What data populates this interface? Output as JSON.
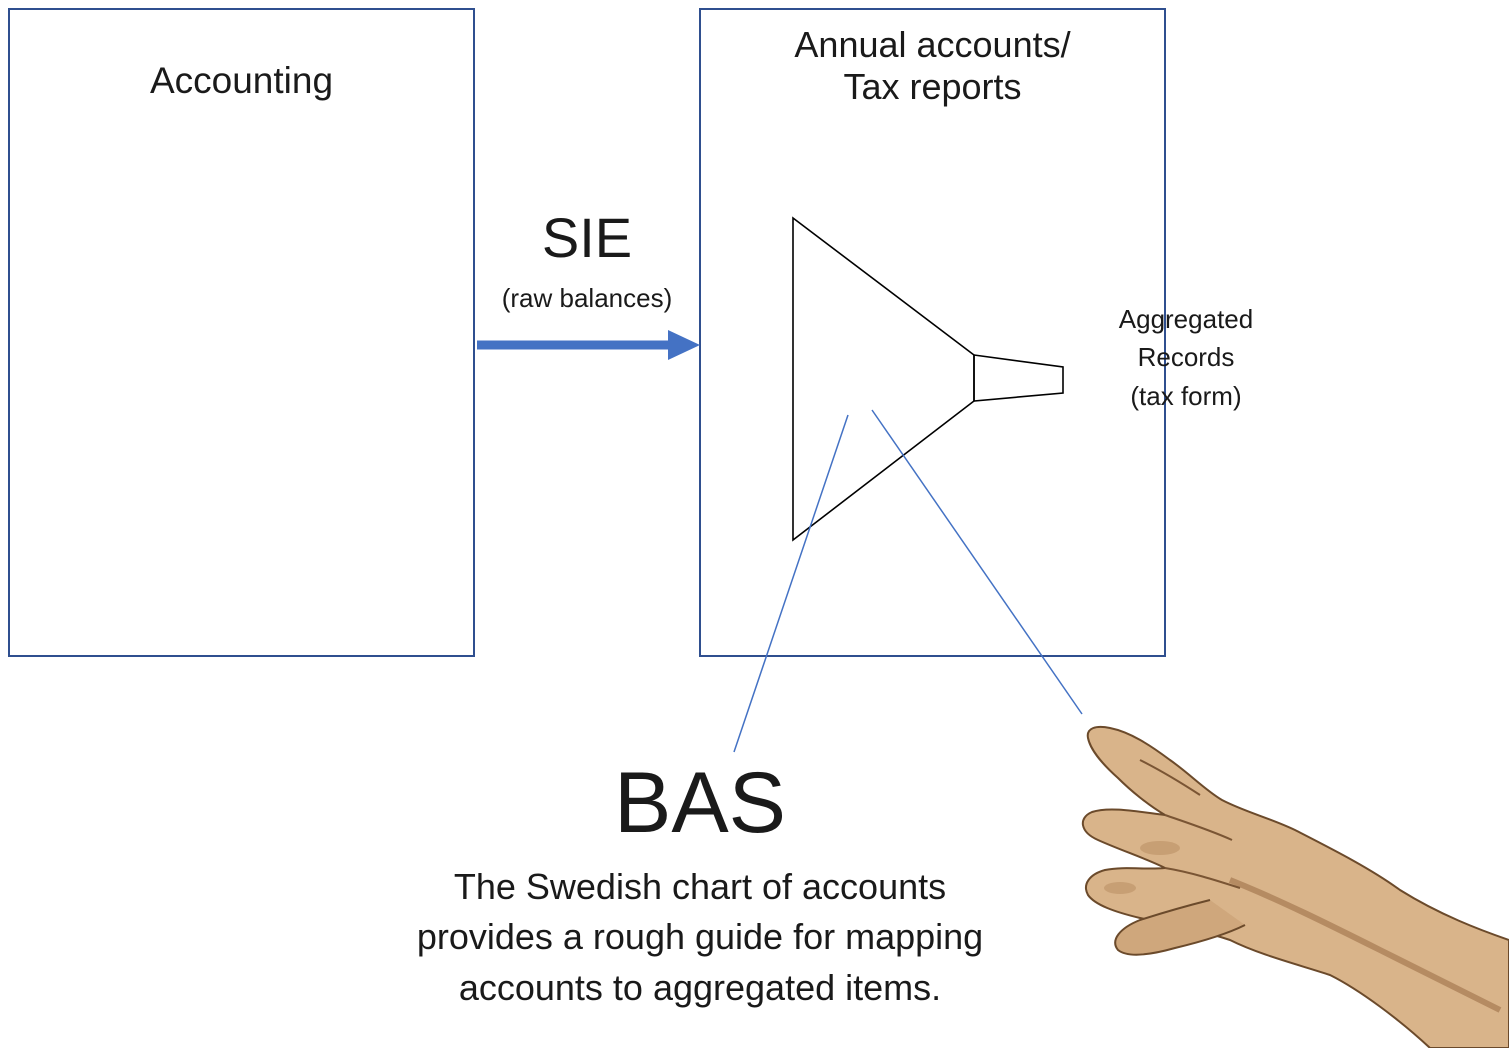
{
  "boxes": {
    "accounting": "Accounting",
    "annual": "Annual accounts/\nTax reports"
  },
  "flow": {
    "format": "SIE",
    "format_note": "(raw balances)"
  },
  "output": {
    "label": "Aggregated\nRecords\n(tax form)"
  },
  "bas": {
    "title": "BAS",
    "description": "The Swedish chart of accounts\nprovides a rough guide for mapping\naccounts to aggregated items."
  },
  "colors": {
    "box_border": "#2f4f8f",
    "arrow": "#4472c4",
    "pointer_lines": "#4472c4",
    "funnel": "#000000"
  },
  "icons": {
    "hand": "pointing-hand-icon"
  }
}
